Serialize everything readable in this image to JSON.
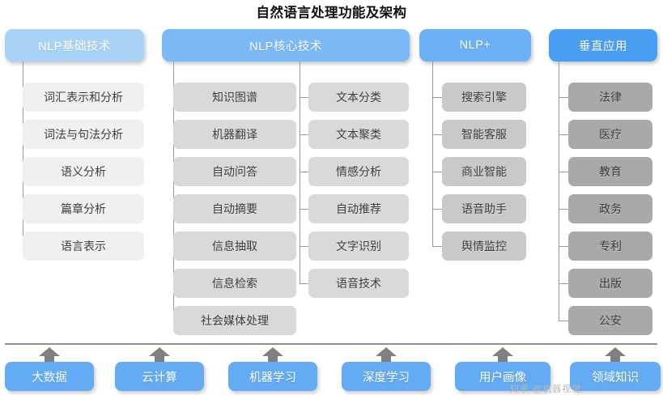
{
  "title": "自然语言处理功能及架构",
  "colors": {
    "header_1": "#a9d2f6",
    "header_2": "#7cb9f6",
    "header_3": "#6cb1f5",
    "header_4": "#4a9ef2",
    "items_1": "#f0f0f0",
    "items_2": "#d9d9d9",
    "items_3": "#c9c9c9",
    "items_4": "#a9a9a9",
    "foundation": "#63abf2",
    "connector": "#9a9a9a",
    "divider": "#8f8f8f",
    "arrow": "#808080"
  },
  "columns": [
    {
      "header": "NLP基础技术",
      "groups": [
        {
          "items": [
            "词汇表示和分析",
            "词法与句法分析",
            "语义分析",
            "篇章分析",
            "语言表示"
          ]
        }
      ]
    },
    {
      "header": "NLP核心技术",
      "groups": [
        {
          "items": [
            "知识图谱",
            "机器翻译",
            "自动问答",
            "自动摘要",
            "信息抽取",
            "信息检索",
            "社会媒体处理"
          ]
        },
        {
          "items": [
            "文本分类",
            "文本聚类",
            "情感分析",
            "自动推荐",
            "文字识别",
            "语音技术"
          ]
        }
      ]
    },
    {
      "header": "NLP+",
      "groups": [
        {
          "items": [
            "搜索引擎",
            "智能客服",
            "商业智能",
            "语音助手",
            "舆情监控"
          ]
        }
      ]
    },
    {
      "header": "垂直应用",
      "groups": [
        {
          "items": [
            "法律",
            "医疗",
            "教育",
            "政务",
            "专利",
            "出版",
            "公安"
          ]
        }
      ]
    }
  ],
  "foundation": {
    "items": [
      "大数据",
      "云计算",
      "机器学习",
      "深度学习",
      "用户画像",
      "领域知识"
    ]
  },
  "watermark": "知乎 @机器视觉"
}
